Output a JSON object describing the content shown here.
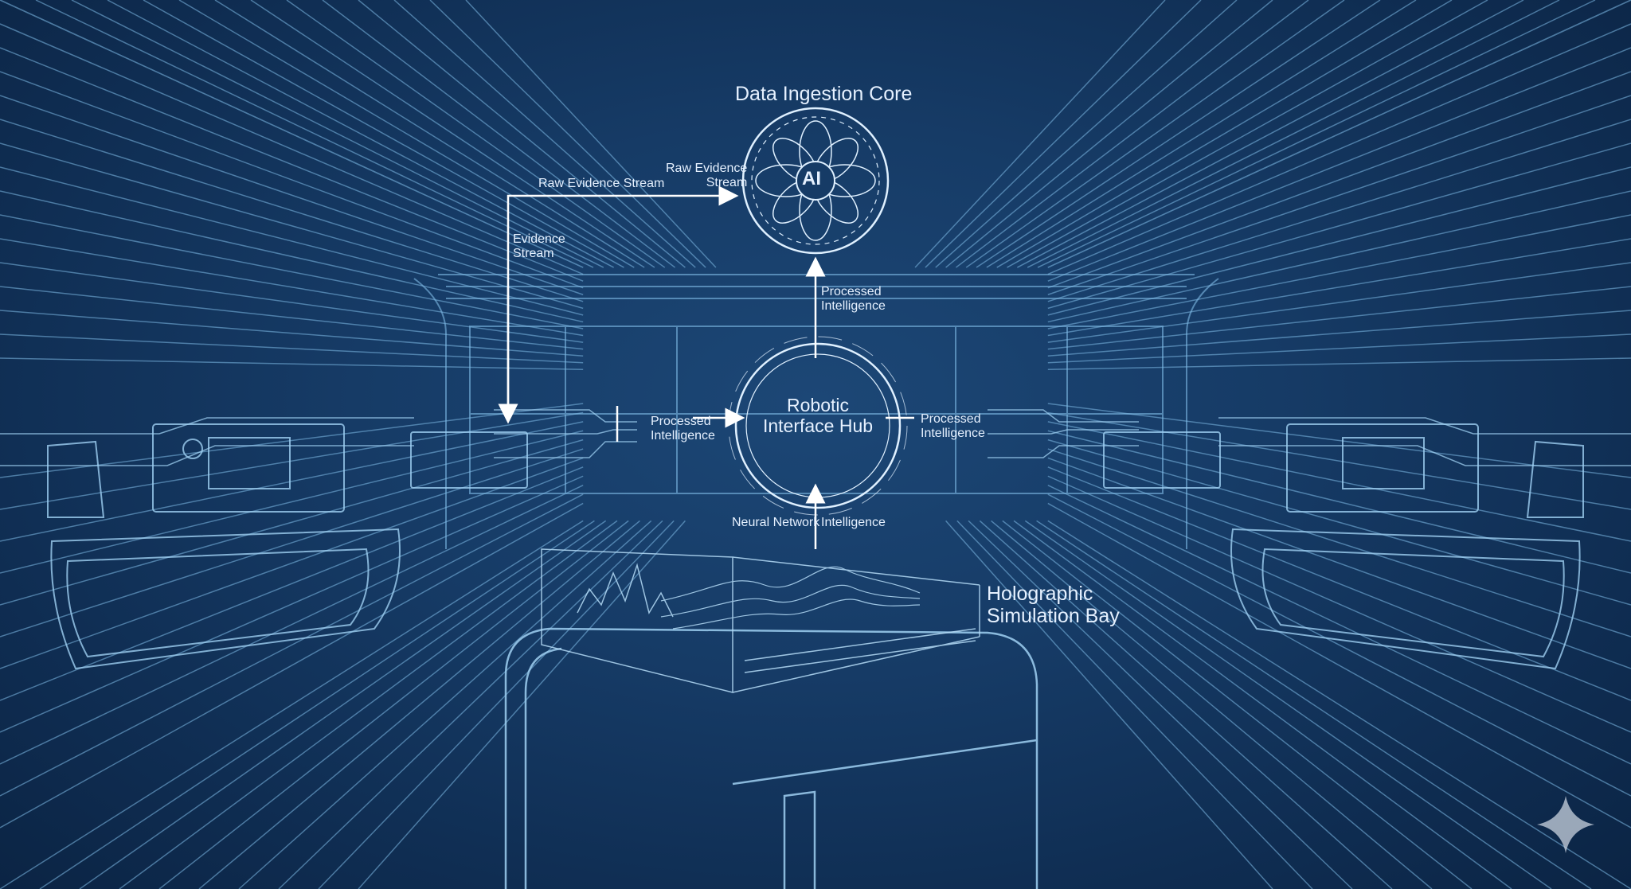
{
  "diagram": {
    "title": "Data Ingestion Core",
    "core_badge": "AI",
    "hub_label": "Robotic\nInterface Hub",
    "holo_label": "Holographic\nSimulation Bay",
    "flows": {
      "raw_evidence_stream_top": "Raw Evidence Stream",
      "raw_evidence_stream_core": "Raw Evidence\nStream",
      "evidence_stream": "Evidence\nStream",
      "processed_up": "Processed\nIntelligence",
      "processed_left": "Processed\nIntelligence",
      "processed_right": "Processed\nIntelligence",
      "neural_network": "Neural Network",
      "neural_intelligence": "Intelligence"
    }
  },
  "colors": {
    "background": "#163b66",
    "line": "#8cc4ec",
    "text": "#e6f1ff",
    "arrow": "#ffffff"
  },
  "icons": {
    "core": "flower-ai-icon",
    "watermark": "sparkle-icon"
  }
}
